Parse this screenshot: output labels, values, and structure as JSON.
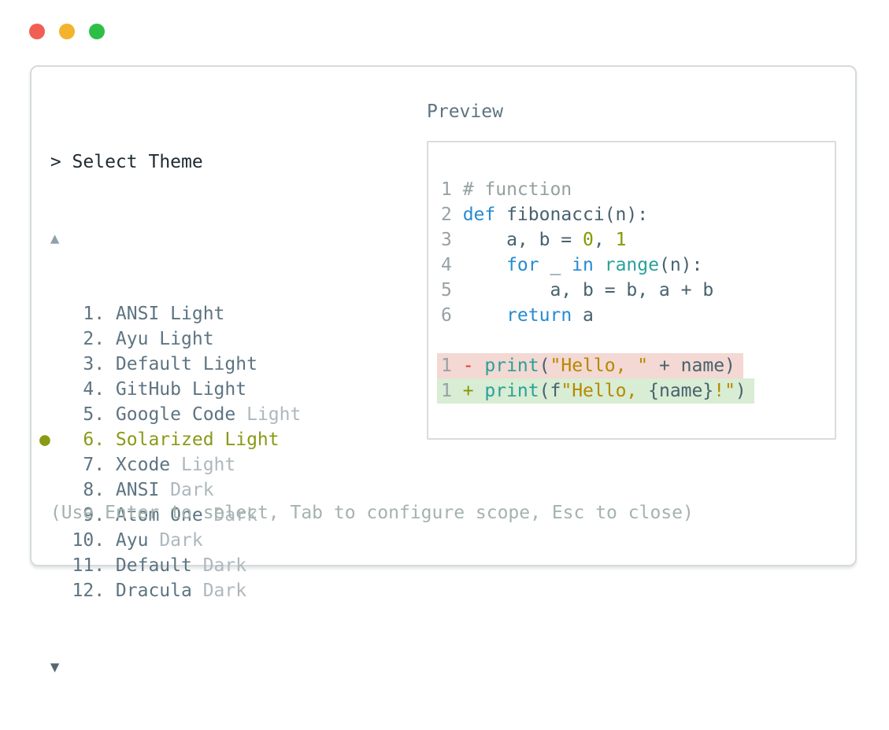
{
  "window": {
    "traffic_lights": [
      {
        "name": "close",
        "color": "#f15e54"
      },
      {
        "name": "minimize",
        "color": "#f3b32c"
      },
      {
        "name": "zoom",
        "color": "#2dbe47"
      }
    ]
  },
  "theme_picker": {
    "prompt": "> Select Theme",
    "scroll_up_indicator": "▲",
    "scroll_down_indicator": "▼",
    "selected_marker": "●",
    "items": [
      {
        "num": "1.",
        "name": "ANSI Light",
        "variant": "",
        "selected": false
      },
      {
        "num": "2.",
        "name": "Ayu Light",
        "variant": "",
        "selected": false
      },
      {
        "num": "3.",
        "name": "Default Light",
        "variant": "",
        "selected": false
      },
      {
        "num": "4.",
        "name": "GitHub Light",
        "variant": "",
        "selected": false
      },
      {
        "num": "5.",
        "name": "Google Code",
        "variant": "Light",
        "selected": false
      },
      {
        "num": "6.",
        "name": "Solarized Light",
        "variant": "",
        "selected": true
      },
      {
        "num": "7.",
        "name": "Xcode",
        "variant": "Light",
        "selected": false
      },
      {
        "num": "8.",
        "name": "ANSI",
        "variant": "Dark",
        "selected": false
      },
      {
        "num": "9.",
        "name": "Atom One",
        "variant": "Dark",
        "selected": false
      },
      {
        "num": "10.",
        "name": "Ayu",
        "variant": "Dark",
        "selected": false
      },
      {
        "num": "11.",
        "name": "Default",
        "variant": "Dark",
        "selected": false
      },
      {
        "num": "12.",
        "name": "Dracula",
        "variant": "Dark",
        "selected": false
      }
    ],
    "help": "(Use Enter to select, Tab to configure scope, Esc to close)"
  },
  "preview": {
    "label": "Preview",
    "code_lines": [
      {
        "num": "1",
        "diff": "",
        "tokens": [
          {
            "c": "comment",
            "t": "# function"
          }
        ]
      },
      {
        "num": "2",
        "diff": "",
        "tokens": [
          {
            "c": "keyword",
            "t": "def"
          },
          {
            "c": "plain",
            "t": " fibonacci(n):"
          }
        ]
      },
      {
        "num": "3",
        "diff": "",
        "tokens": [
          {
            "c": "plain",
            "t": "    a, b = "
          },
          {
            "c": "number",
            "t": "0"
          },
          {
            "c": "plain",
            "t": ", "
          },
          {
            "c": "number",
            "t": "1"
          }
        ]
      },
      {
        "num": "4",
        "diff": "",
        "tokens": [
          {
            "c": "plain",
            "t": "    "
          },
          {
            "c": "keyword",
            "t": "for"
          },
          {
            "c": "plain",
            "t": " _ "
          },
          {
            "c": "keyword",
            "t": "in"
          },
          {
            "c": "plain",
            "t": " "
          },
          {
            "c": "builtin",
            "t": "range"
          },
          {
            "c": "plain",
            "t": "(n):"
          }
        ]
      },
      {
        "num": "5",
        "diff": "",
        "tokens": [
          {
            "c": "plain",
            "t": "        a, b = b, a + b"
          }
        ]
      },
      {
        "num": "6",
        "diff": "",
        "tokens": [
          {
            "c": "plain",
            "t": "    "
          },
          {
            "c": "keyword",
            "t": "return"
          },
          {
            "c": "plain",
            "t": " a"
          }
        ]
      },
      {
        "num": "",
        "diff": "",
        "tokens": []
      },
      {
        "num": "1",
        "diff": "removed",
        "tokens": [
          {
            "c": "diff-minus",
            "t": "- "
          },
          {
            "c": "builtin",
            "t": "print"
          },
          {
            "c": "plain",
            "t": "("
          },
          {
            "c": "string",
            "t": "\"Hello, \""
          },
          {
            "c": "plain",
            "t": " + name)"
          }
        ]
      },
      {
        "num": "1",
        "diff": "added",
        "tokens": [
          {
            "c": "diff-plus",
            "t": "+ "
          },
          {
            "c": "builtin",
            "t": "print"
          },
          {
            "c": "plain",
            "t": "(f"
          },
          {
            "c": "string",
            "t": "\"Hello, "
          },
          {
            "c": "plain",
            "t": "{name}"
          },
          {
            "c": "string",
            "t": "!\""
          },
          {
            "c": "plain",
            "t": ")"
          }
        ]
      }
    ]
  },
  "colors": {
    "panel_border": "#d6dadb",
    "preview_border": "#d9dcdd",
    "text_dark": "#1f2a32",
    "text_slate": "#5d7482",
    "text_dim": "#adb8bd",
    "selected_olive": "#8a9a16",
    "help_text": "#a4b3ae",
    "keyword_blue": "#268bd2",
    "builtin_teal": "#2aa198",
    "string_gold": "#b58900",
    "number_green": "#859900",
    "comment_gray": "#93a1a1",
    "diff_removed_bg": "#f3d8d3",
    "diff_added_bg": "#d9ecd4",
    "diff_minus_red": "#dc322f"
  }
}
